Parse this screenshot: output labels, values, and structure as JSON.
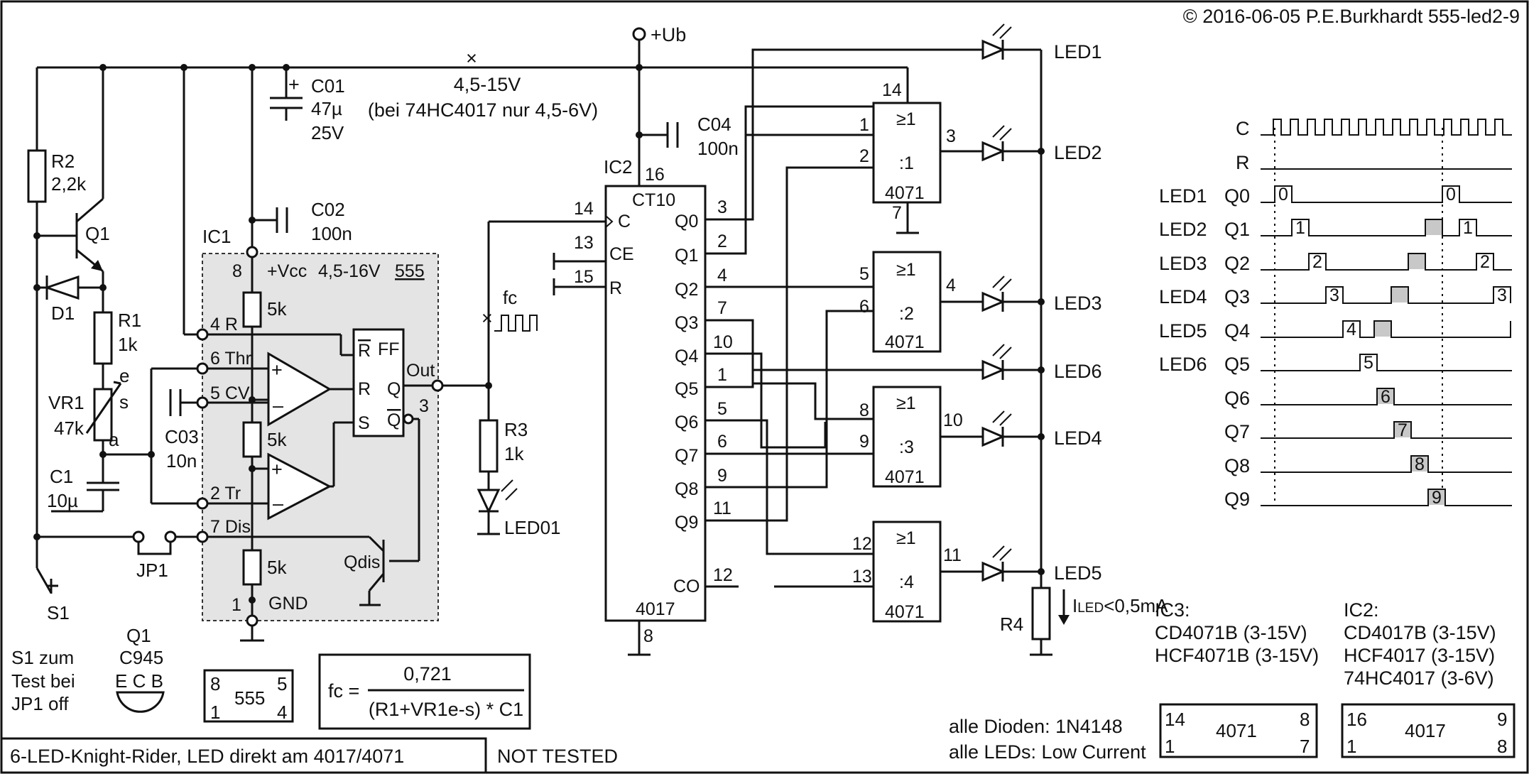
{
  "copyright": "© 2016-06-05 P.E.Burkhardt 555-led2-9",
  "footer": {
    "title": "6-LED-Knight-Rider, LED direkt am 4017/4071",
    "status": "NOT TESTED"
  },
  "supply": {
    "ub": "+Ub",
    "range": "4,5-15V",
    "note": "(bei 74HC4017 nur 4,5-6V)"
  },
  "components": {
    "c01": {
      "name": "C01",
      "value": "47µ",
      "voltage": "25V"
    },
    "c02": {
      "name": "C02",
      "value": "100n"
    },
    "c03": {
      "name": "C03",
      "value": "10n"
    },
    "c04": {
      "name": "C04",
      "value": "100n"
    },
    "c1": {
      "name": "C1",
      "value": "10µ"
    },
    "r1": {
      "name": "R1",
      "value": "1k"
    },
    "r2": {
      "name": "R2",
      "value": "2,2k"
    },
    "r3": {
      "name": "R3",
      "value": "1k"
    },
    "r4": {
      "name": "R4"
    },
    "vr1": {
      "name": "VR1",
      "value": "47k",
      "pin_e": "e",
      "pin_s": "s",
      "pin_a": "a"
    },
    "q1": {
      "name": "Q1",
      "type": "C945",
      "pins": "E C B"
    },
    "d1": {
      "name": "D1"
    },
    "s1": {
      "name": "S1",
      "note_lines": [
        "S1 zum",
        "Test bei",
        "JP1 off"
      ]
    },
    "jp1": {
      "name": "JP1"
    },
    "led01": {
      "name": "LED01"
    },
    "fc": {
      "name": "fc"
    },
    "ilimit": {
      "sym": "I",
      "sub": "LED",
      "val": "<0,5mA"
    }
  },
  "ic1": {
    "name": "IC1",
    "type": "555",
    "vcc_pin": "8",
    "vcc_label": "+Vcc",
    "vcc_range": "4,5-16V",
    "res": [
      "5k",
      "5k",
      "5k"
    ],
    "pins": [
      "4 R",
      "6 Thr",
      "5 CV",
      "2 Tr",
      "7 Dis"
    ],
    "gnd_pin": "1",
    "gnd_label": "GND",
    "ff": {
      "label": "FF",
      "rbar": "R",
      "r": "R",
      "s": "S",
      "q": "Q",
      "qbar": "Q"
    },
    "out_label": "Out",
    "out_pin": "3",
    "qdis": "Qdis"
  },
  "ic2": {
    "name": "IC2",
    "type": "4017",
    "func": "CT10",
    "vcc_pin": "16",
    "gnd_pin": "8",
    "inputs": [
      {
        "pin": "14",
        "label": "C"
      },
      {
        "pin": "13",
        "label": "CE"
      },
      {
        "pin": "15",
        "label": "R"
      }
    ],
    "outputs": [
      {
        "label": "Q0",
        "pin": "3"
      },
      {
        "label": "Q1",
        "pin": "2"
      },
      {
        "label": "Q2",
        "pin": "4"
      },
      {
        "label": "Q3",
        "pin": "7"
      },
      {
        "label": "Q4",
        "pin": "10"
      },
      {
        "label": "Q5",
        "pin": "1"
      },
      {
        "label": "Q6",
        "pin": "5"
      },
      {
        "label": "Q7",
        "pin": "6"
      },
      {
        "label": "Q8",
        "pin": "9"
      },
      {
        "label": "Q9",
        "pin": "11"
      }
    ],
    "co_label": "CO",
    "co_pin": "12"
  },
  "gates": [
    {
      "sym": "≥1",
      "div": ":1",
      "type": "4071",
      "in1": "1",
      "in2": "2",
      "out": "3",
      "vcc": "14",
      "gnd": "7"
    },
    {
      "sym": "≥1",
      "div": ":2",
      "type": "4071",
      "in1": "5",
      "in2": "6",
      "out": "4"
    },
    {
      "sym": "≥1",
      "div": ":3",
      "type": "4071",
      "in1": "8",
      "in2": "9",
      "out": "10"
    },
    {
      "sym": "≥1",
      "div": ":4",
      "type": "4071",
      "in1": "12",
      "in2": "13",
      "out": "11"
    }
  ],
  "leds": [
    "LED1",
    "LED2",
    "LED3",
    "LED6",
    "LED4",
    "LED5"
  ],
  "timing": {
    "clock": "C",
    "reset": "R",
    "rows": [
      {
        "led": "LED1",
        "q": "Q0",
        "pulses": [
          "0",
          "0"
        ]
      },
      {
        "led": "LED2",
        "q": "Q1",
        "pulses": [
          "1",
          "1"
        ]
      },
      {
        "led": "LED3",
        "q": "Q2",
        "pulses": [
          "2",
          "2"
        ]
      },
      {
        "led": "LED4",
        "q": "Q3",
        "pulses": [
          "3",
          "3"
        ]
      },
      {
        "led": "LED5",
        "q": "Q4",
        "pulses": [
          "4"
        ]
      },
      {
        "led": "LED6",
        "q": "Q5",
        "pulses": [
          "5"
        ]
      },
      {
        "led": "",
        "q": "Q6",
        "pulses": [
          "6"
        ]
      },
      {
        "led": "",
        "q": "Q7",
        "pulses": [
          "7"
        ]
      },
      {
        "led": "",
        "q": "Q8",
        "pulses": [
          "8"
        ]
      },
      {
        "led": "",
        "q": "Q9",
        "pulses": [
          "9"
        ]
      }
    ]
  },
  "formula": {
    "lhs": "fc =",
    "num": "0,721",
    "den": "(R1+VR1e-s) * C1"
  },
  "pinouts": {
    "p555": {
      "name": "555",
      "tl": "8",
      "tr": "5",
      "bl": "1",
      "br": "4"
    },
    "p4071": {
      "name": "4071",
      "tl": "14",
      "tr": "8",
      "bl": "1",
      "br": "7"
    },
    "p4017": {
      "name": "4017",
      "tl": "16",
      "tr": "9",
      "bl": "1",
      "br": "8"
    }
  },
  "notes": {
    "ic3_title": "IC3:",
    "ic3_parts": [
      "CD4071B (3-15V)",
      "HCF4071B (3-15V)"
    ],
    "ic2_title": "IC2:",
    "ic2_parts": [
      "CD4017B (3-15V)",
      "HCF4017 (3-15V)",
      "74HC4017 (3-6V)"
    ],
    "diodes": "alle Dioden: 1N4148",
    "leds": "alle LEDs: Low Current"
  }
}
